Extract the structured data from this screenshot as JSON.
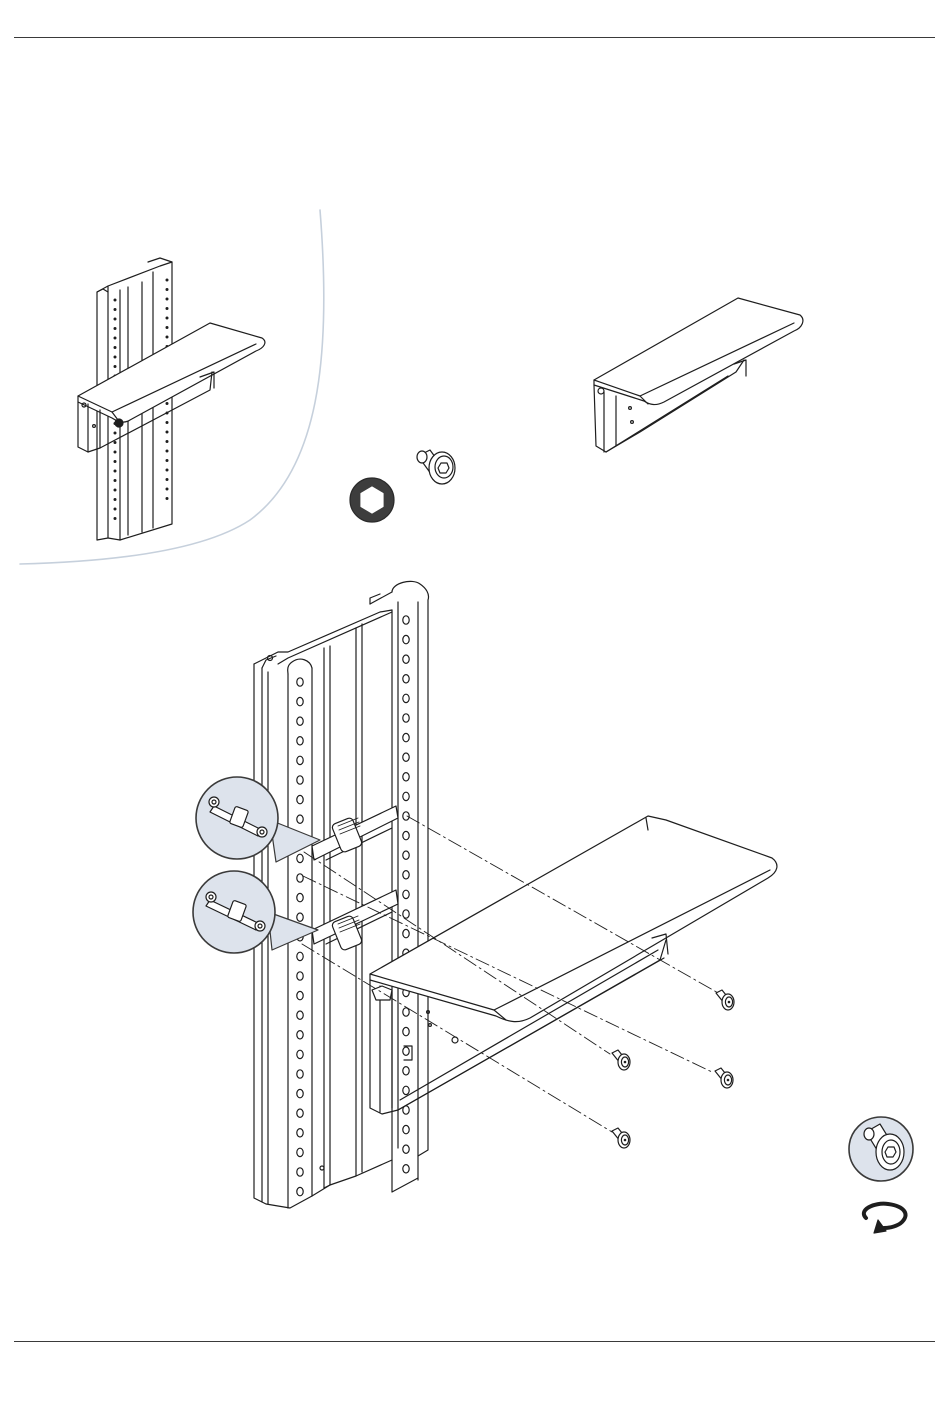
{
  "page": {
    "kind": "assembly-instruction-illustration",
    "text": []
  },
  "colors": {
    "line": "#1e1e1e",
    "callout_fill": "#dde3ec",
    "callout_stroke": "#3a3a3a",
    "inset_frame": "#c6d0dc",
    "hex_badge": "#3d3d3d"
  },
  "icons": {
    "tool": "hex-key-icon",
    "hardware": "screw-icon",
    "action": "rotate-clockwise-icon"
  },
  "hardware": {
    "screws_to_install": 4,
    "brace_callouts": 2
  }
}
